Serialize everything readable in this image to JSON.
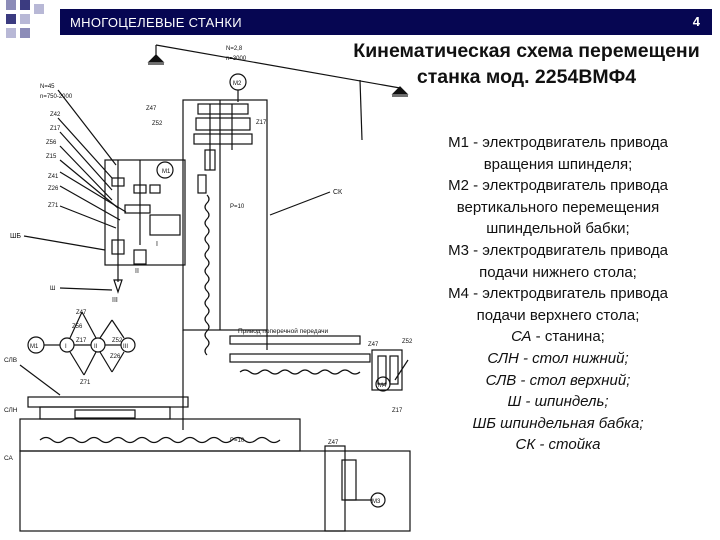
{
  "header": {
    "title": "МНОГОЦЕЛЕВЫЕ СТАНКИ",
    "page_number": "4",
    "bar_color": "#060652"
  },
  "slide": {
    "title_lines": [
      "Кинематическая схема перемещени",
      "станка мод. 2254ВМФ4"
    ]
  },
  "legend": {
    "m1": [
      "М1 - электродвигатель привода",
      "вращения шпинделя;"
    ],
    "m2": [
      "М2 - электродвигатель привода",
      "вертикального перемещения",
      "шпиндельной бабки;"
    ],
    "m3": [
      "М3 - электродвигатель привода",
      "подачи нижнего стола;"
    ],
    "m4": [
      "М4 - электродвигатель привода",
      "подачи верхнего стола;"
    ],
    "ca": {
      "code": "СА",
      "text": " - станина;"
    },
    "cln": {
      "code": "СЛН",
      "text": " - стол нижний;"
    },
    "clv": {
      "code": "СЛВ",
      "text": " - стол верхний;"
    },
    "sh": {
      "code": "Ш",
      "text": " - шпиндель;"
    },
    "shb": {
      "code": "ШБ",
      "text": "   шпиндельная бабка;"
    },
    "sk": {
      "code": "СК",
      "text": " - стойка"
    }
  },
  "diagram": {
    "labels": {
      "n2_eq": "N=2,8",
      "n2_rpm": "n=3000",
      "m2": "М2",
      "n1_eq": "N=45",
      "n1_rpm": "n=750-2000",
      "z47_top": "Z47",
      "z52_top": "Z52",
      "z17_top": "Z17",
      "z42": "Z42",
      "z17_left": "Z17",
      "z56": "Z56",
      "z15": "Z15",
      "z41": "Z41",
      "z26": "Z26",
      "z71": "Z71",
      "shb": "ШБ",
      "sh": "Ш",
      "m1_top": "М1",
      "roman1": "I",
      "roman2": "II",
      "roman3": "III",
      "p10_mid": "P=10",
      "ck": "СК",
      "cross_feed": "Привод поперечной передачи",
      "z47_right": "Z47",
      "z52_right": "Z52",
      "z17_right": "Z17",
      "m4": "М4",
      "z47_bot": "Z47",
      "p10_low": "P=10",
      "m3": "М3",
      "clv": "СЛВ",
      "cln": "СЛН",
      "ca": "СА",
      "g_z47": "Z47",
      "g_z56": "Z56",
      "g_z17": "Z17",
      "g_z52": "Z52",
      "g_z26": "Z26",
      "g_z71": "Z71",
      "g_m1": "М1",
      "g_r1": "I",
      "g_r2": "II",
      "g_r3": "III"
    }
  }
}
